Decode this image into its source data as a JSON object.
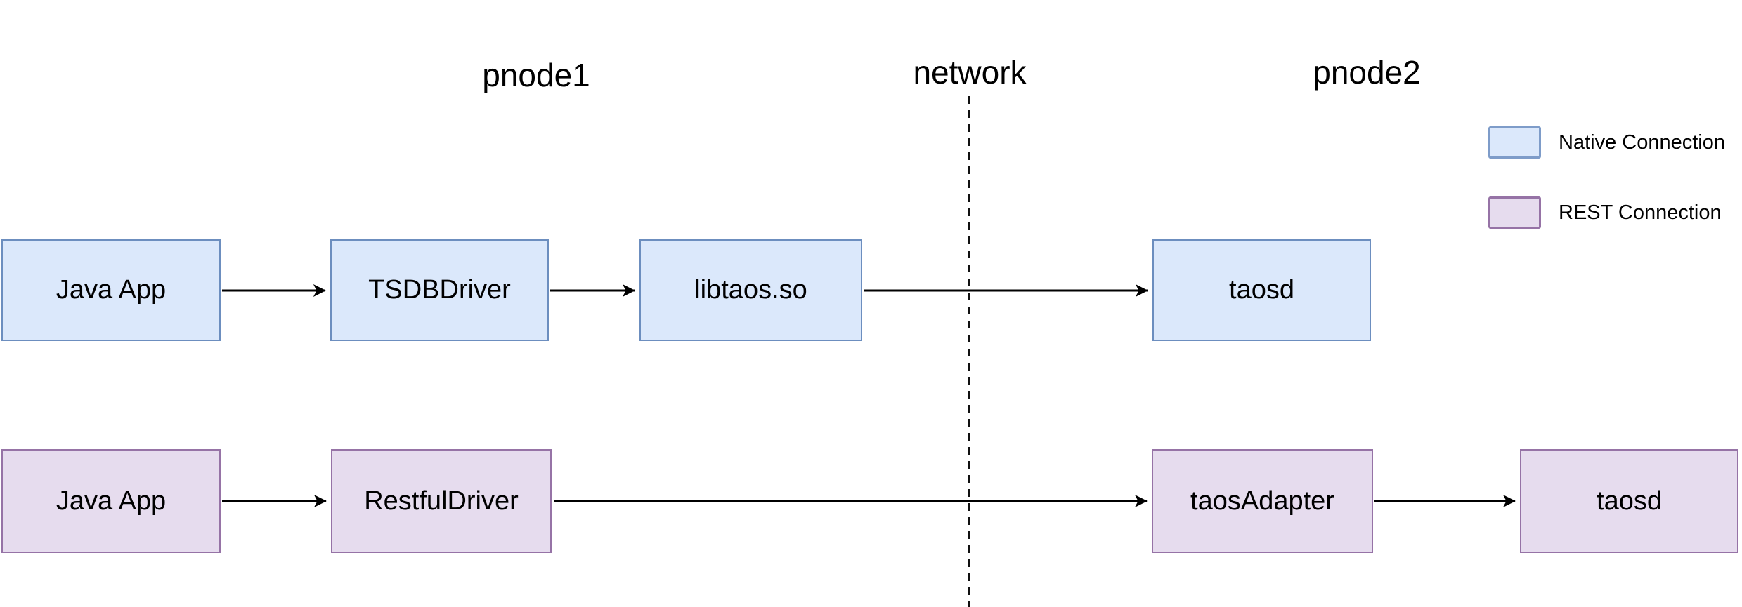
{
  "titles": {
    "pnode1": "pnode1",
    "network": "network",
    "pnode2": "pnode2"
  },
  "flows": {
    "native": {
      "name": "Native Connection",
      "nodes": [
        {
          "label": "Java App"
        },
        {
          "label": "TSDBDriver"
        },
        {
          "label": "libtaos.so"
        },
        {
          "label": "taosd"
        }
      ]
    },
    "rest": {
      "name": "REST Connection",
      "nodes": [
        {
          "label": "Java App"
        },
        {
          "label": "RestfulDriver"
        },
        {
          "label": "taosAdapter"
        },
        {
          "label": "taosd"
        }
      ]
    }
  },
  "edges": [
    {
      "flow": "native",
      "from": "Java App",
      "to": "TSDBDriver"
    },
    {
      "flow": "native",
      "from": "TSDBDriver",
      "to": "libtaos.so"
    },
    {
      "flow": "native",
      "from": "libtaos.so",
      "to": "taosd",
      "crosses": "network"
    },
    {
      "flow": "rest",
      "from": "Java App",
      "to": "RestfulDriver"
    },
    {
      "flow": "rest",
      "from": "RestfulDriver",
      "to": "taosAdapter",
      "crosses": "network"
    },
    {
      "flow": "rest",
      "from": "taosAdapter",
      "to": "taosd"
    }
  ],
  "legend": {
    "items": [
      {
        "label": "Native Connection",
        "type": "native"
      },
      {
        "label": "REST Connection",
        "type": "rest"
      }
    ]
  },
  "colors": {
    "native_fill": "#dbe8fb",
    "native_stroke": "#6c8ebf",
    "rest_fill": "#e6dcee",
    "rest_stroke": "#9673a6",
    "arrow": "#000000",
    "text": "#000000",
    "background": "#ffffff"
  }
}
